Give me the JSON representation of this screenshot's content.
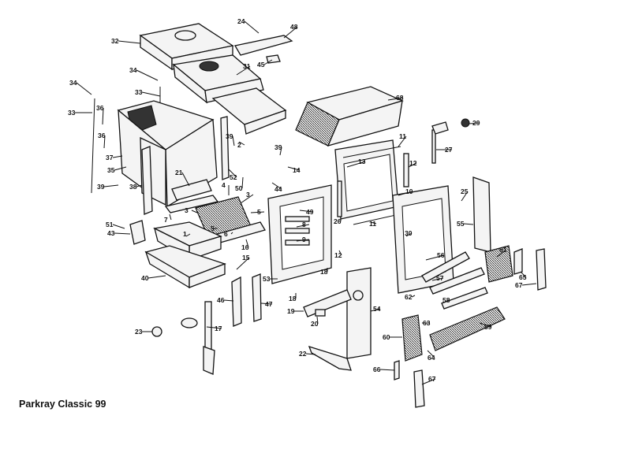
{
  "title": "Parkray Classic 99",
  "parts": [
    {
      "id": "body",
      "name": "stove-body-casting"
    },
    {
      "id": "top",
      "name": "top-plate-32"
    },
    {
      "id": "flue",
      "name": "flue-collar-31"
    },
    {
      "id": "canopy",
      "name": "canopy-68"
    },
    {
      "id": "door",
      "name": "door-assembly-10"
    },
    {
      "id": "frame",
      "name": "door-frame-30"
    },
    {
      "id": "grate",
      "name": "grate-bars"
    },
    {
      "id": "ashpan",
      "name": "ash-pan-1"
    },
    {
      "id": "base",
      "name": "base-40"
    },
    {
      "id": "front",
      "name": "front-frame-49"
    },
    {
      "id": "ashlip",
      "name": "ash-lip-59"
    }
  ],
  "labels": [
    {
      "text": "24"
    },
    {
      "text": "48"
    },
    {
      "text": "32"
    },
    {
      "text": "45"
    },
    {
      "text": "31"
    },
    {
      "text": "34"
    },
    {
      "text": "34"
    },
    {
      "text": "33"
    },
    {
      "text": "33"
    },
    {
      "text": "36"
    },
    {
      "text": "36"
    },
    {
      "text": "37"
    },
    {
      "text": "35"
    },
    {
      "text": "39"
    },
    {
      "text": "38"
    },
    {
      "text": "21"
    },
    {
      "text": "2"
    },
    {
      "text": "39"
    },
    {
      "text": "39"
    },
    {
      "text": "14"
    },
    {
      "text": "52"
    },
    {
      "text": "50"
    },
    {
      "text": "44"
    },
    {
      "text": "4"
    },
    {
      "text": "3"
    },
    {
      "text": "3"
    },
    {
      "text": "5"
    },
    {
      "text": "5"
    },
    {
      "text": "7"
    },
    {
      "text": "6"
    },
    {
      "text": "16"
    },
    {
      "text": "49"
    },
    {
      "text": "8"
    },
    {
      "text": "9"
    },
    {
      "text": "51"
    },
    {
      "text": "43"
    },
    {
      "text": "1"
    },
    {
      "text": "15"
    },
    {
      "text": "40"
    },
    {
      "text": "53"
    },
    {
      "text": "18"
    },
    {
      "text": "18"
    },
    {
      "text": "46"
    },
    {
      "text": "47"
    },
    {
      "text": "19"
    },
    {
      "text": "20"
    },
    {
      "text": "23"
    },
    {
      "text": "17"
    },
    {
      "text": "22"
    },
    {
      "text": "68"
    },
    {
      "text": "29"
    },
    {
      "text": "27"
    },
    {
      "text": "11"
    },
    {
      "text": "13"
    },
    {
      "text": "12"
    },
    {
      "text": "12"
    },
    {
      "text": "10"
    },
    {
      "text": "26"
    },
    {
      "text": "11"
    },
    {
      "text": "25"
    },
    {
      "text": "55"
    },
    {
      "text": "30"
    },
    {
      "text": "54"
    },
    {
      "text": "56"
    },
    {
      "text": "57"
    },
    {
      "text": "61"
    },
    {
      "text": "65"
    },
    {
      "text": "67"
    },
    {
      "text": "62"
    },
    {
      "text": "58"
    },
    {
      "text": "63"
    },
    {
      "text": "59"
    },
    {
      "text": "60"
    },
    {
      "text": "64"
    },
    {
      "text": "66"
    },
    {
      "text": "67"
    }
  ]
}
